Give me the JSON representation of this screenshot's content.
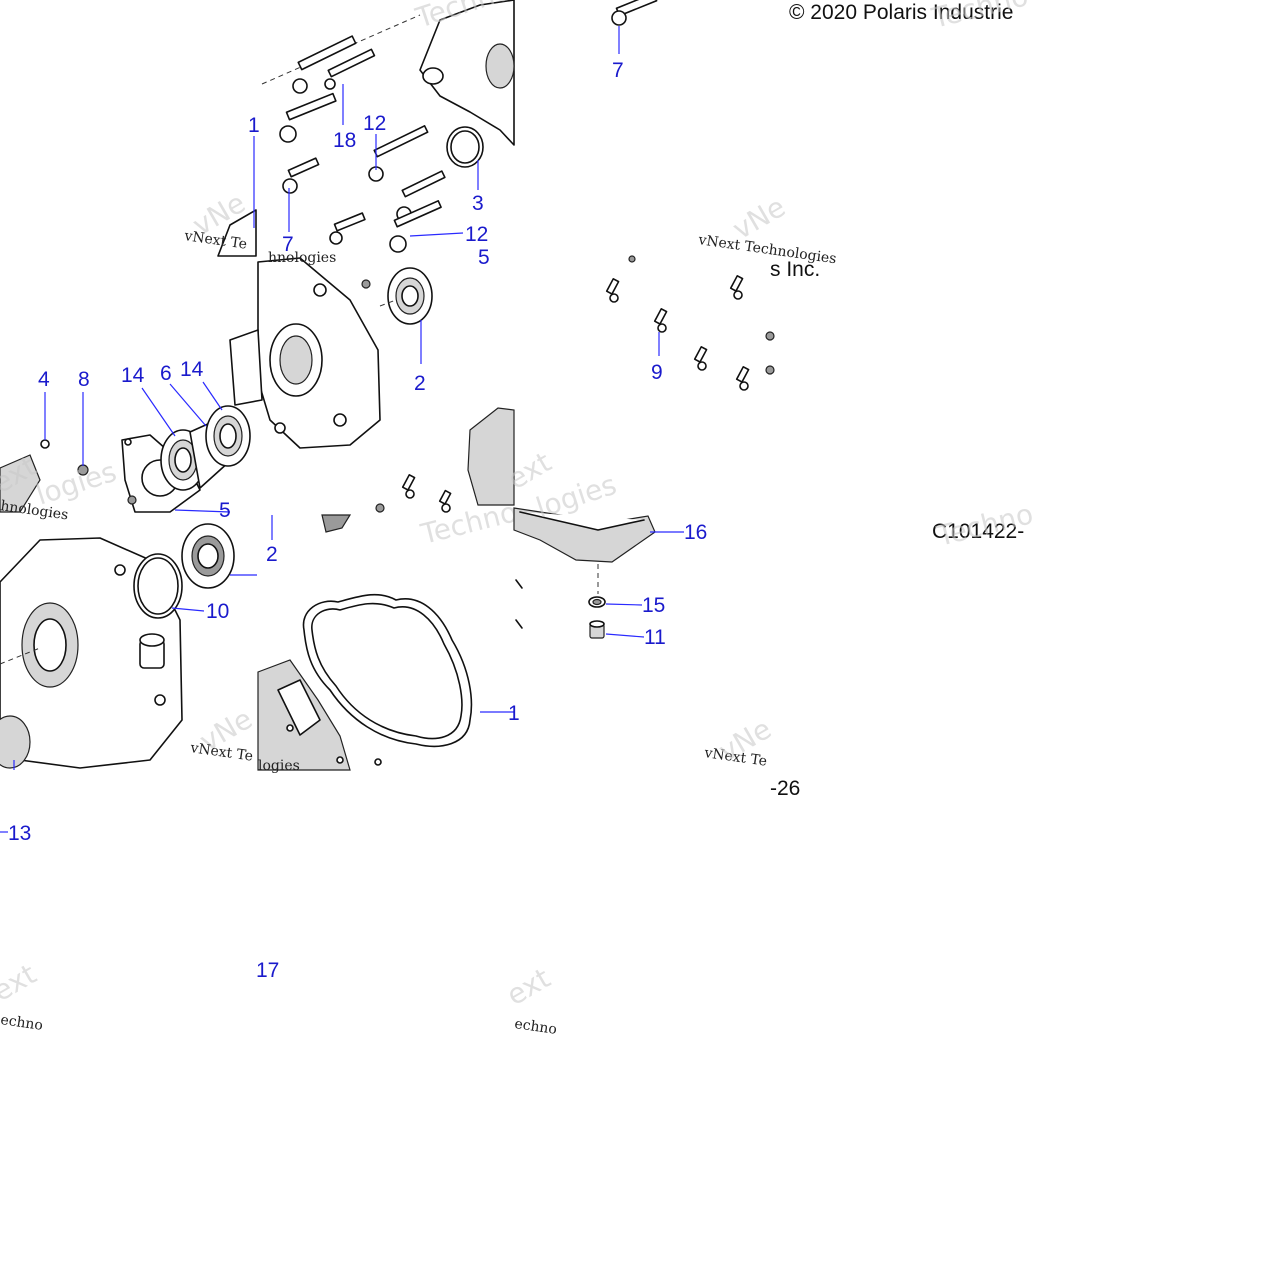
{
  "header": {
    "copyright": "© 2020 Polaris Industrie",
    "copyright_tail": "s Inc."
  },
  "figure_id": "C101422-",
  "figure_page": "-26",
  "watermark": {
    "brand_line": "vNext Technologies",
    "brand_line_partial": "vNext Te",
    "brand_tail": "hnologies",
    "short_1": "Techno",
    "short_2": "ext",
    "short_3": "echno",
    "short_4": "vNe",
    "short_5": "logies"
  },
  "callouts": {
    "c1": "1",
    "c2a": "2",
    "c2b": "2",
    "c3": "3",
    "c4": "4",
    "c5": "5",
    "c5b": "5",
    "c6": "6",
    "c7a": "7",
    "c7b": "7",
    "c8": "8",
    "c9": "9",
    "c10": "10",
    "c11": "11",
    "c12a": "12",
    "c12b": "12",
    "c13": "13",
    "c14a": "14",
    "c14b": "14",
    "c15": "15",
    "c16": "16",
    "c17": "17",
    "c18": "18",
    "c19": "1"
  },
  "colors": {
    "callout": "#1a1acc",
    "leader": "#2a2aff",
    "line_art": "#111111"
  }
}
